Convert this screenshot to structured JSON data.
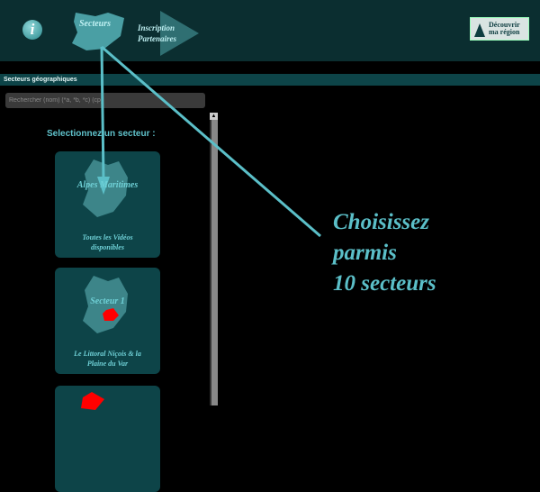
{
  "header": {
    "sectors_label": "Secteurs",
    "inscription_label_1": "Inscription",
    "inscription_label_2": "Partenaires",
    "logo_line1": "Découvrir",
    "logo_line2": "ma région"
  },
  "panel": {
    "title": "Secteurs géographiques",
    "search_placeholder": "Rechercher (nom) (*a, *b, *c) (cp)",
    "select_label": "Selectionnez un secteur :"
  },
  "cards": [
    {
      "name": "Alpes Maritimes",
      "desc1": "Toutes les Vidéos",
      "desc2": "disponibles"
    },
    {
      "name": "Secteur 1",
      "desc1": "Le Littoral Niçois & la",
      "desc2": "Plaine du Var"
    }
  ],
  "callout": {
    "line1": "Choisissez",
    "line2": "parmis",
    "line3": "10 secteurs"
  },
  "colors": {
    "accent": "#5bbfc8",
    "header": "#0b2e30",
    "highlight": "#ff0000"
  }
}
